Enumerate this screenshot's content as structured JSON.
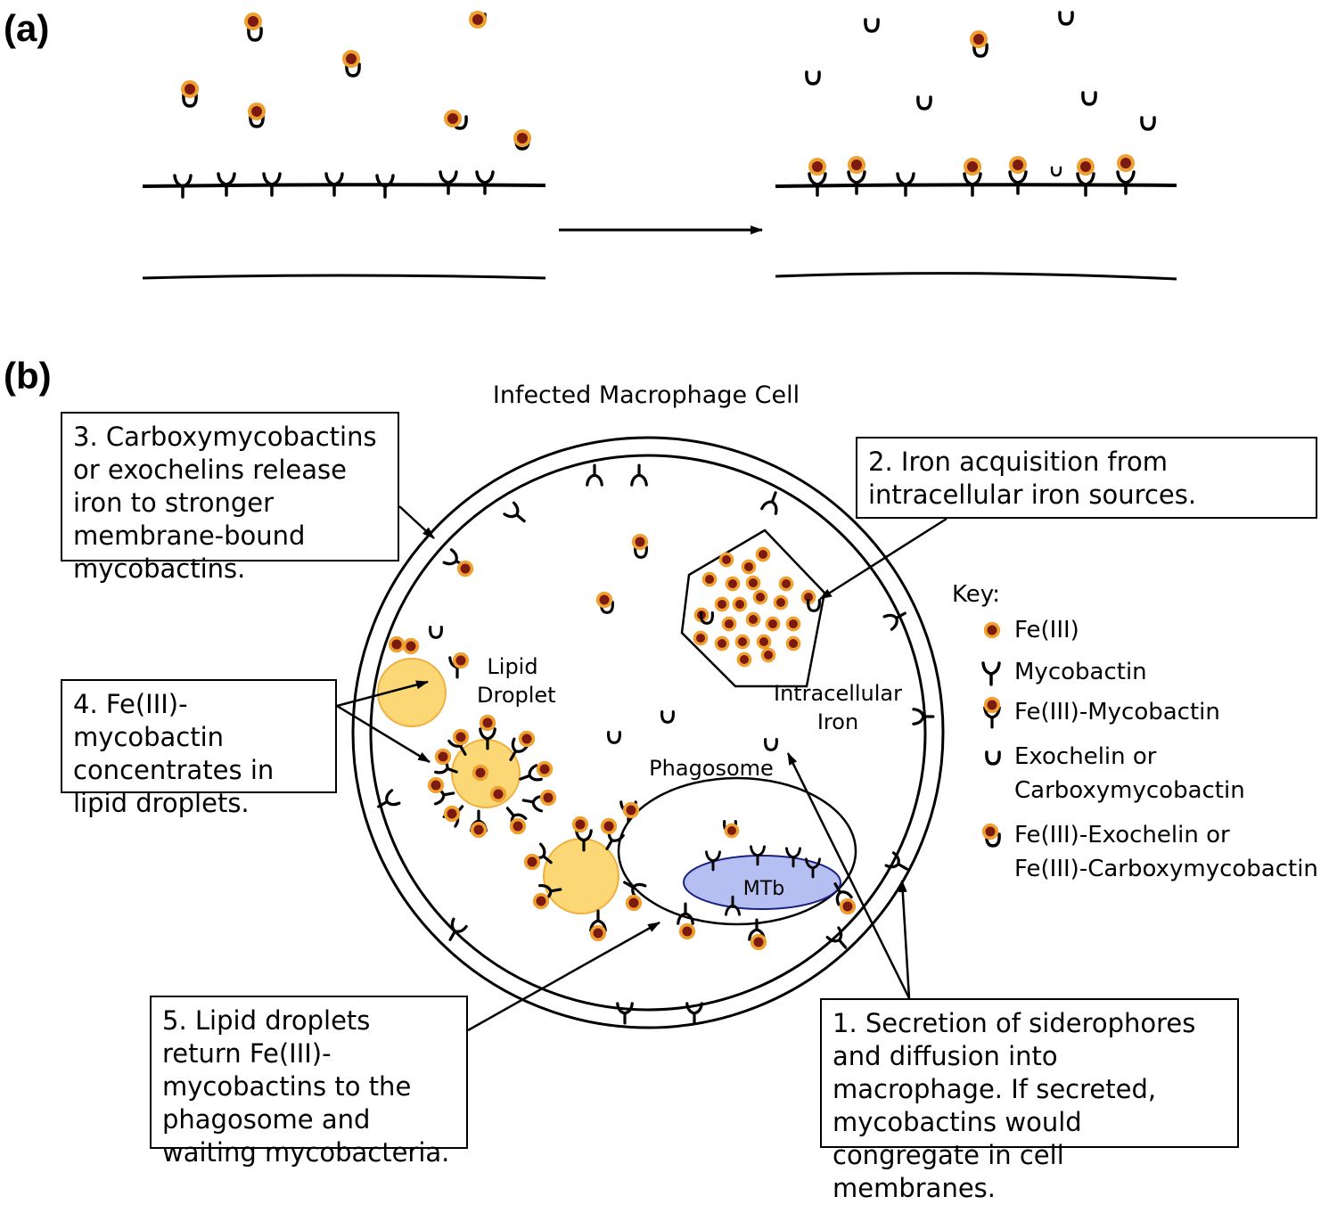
{
  "panel_a": {
    "label": "(a)"
  },
  "panel_b": {
    "label": "(b)",
    "title": "Infected Macrophage Cell",
    "box1": "1. Secretion of siderophores and diffusion into macrophage. If secreted, mycobactins would congregate in cell membranes.",
    "box2": "2. Iron acquisition from intracellular iron sources.",
    "box3": "3. Carboxymycobactins or exochelins release iron to stronger membrane-bound mycobactins.",
    "box4": "4. Fe(III)-mycobactin concentrates in lipid droplets.",
    "box5": "5. Lipid droplets return Fe(III)-mycobactins to the phagosome and waiting mycobacteria.",
    "lipid_droplet_label": "Lipid Droplet",
    "intracellular_iron_label": "Intracellular Iron",
    "phagosome_label": "Phagosome",
    "mtb_label": "MTb"
  },
  "key": {
    "title": "Key:",
    "fe": "Fe(III)",
    "mycobactin": "Mycobactin",
    "fe_mycobactin": "Fe(III)-Mycobactin",
    "exochelin_1": "Exochelin or",
    "exochelin_2": "Carboxymycobactin",
    "fe_exochelin_1": "Fe(III)-Exochelin or",
    "fe_exochelin_2": "Fe(III)-Carboxymycobactin"
  },
  "colors": {
    "fe_core": "#7a1a10",
    "fe_ring": "#f0a030",
    "lipid_fill": "#fcd775",
    "lipid_stroke": "#f0b040",
    "mtb_fill": "#b5bff2",
    "mtb_stroke": "#1a2080"
  }
}
